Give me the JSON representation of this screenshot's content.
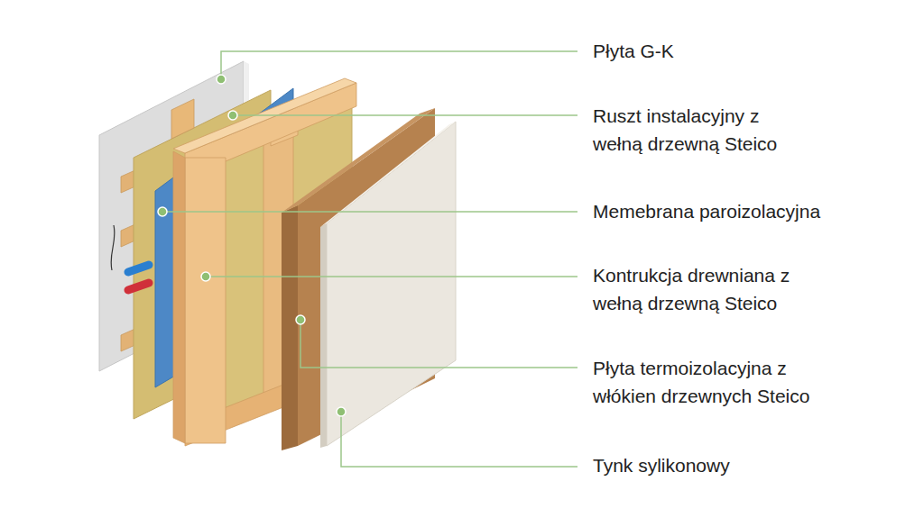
{
  "diagram": {
    "labels": [
      "Płyta G-K",
      "Ruszt instalacyjny z wełną drzewną Steico",
      "Memebrana paroizolacyjna",
      "Kontrukcja drewniana z wełną drzewną Steico",
      "Płyta termoizolacyjna z włókien drzewnych Steico",
      "Tynk sylikonowy"
    ]
  }
}
